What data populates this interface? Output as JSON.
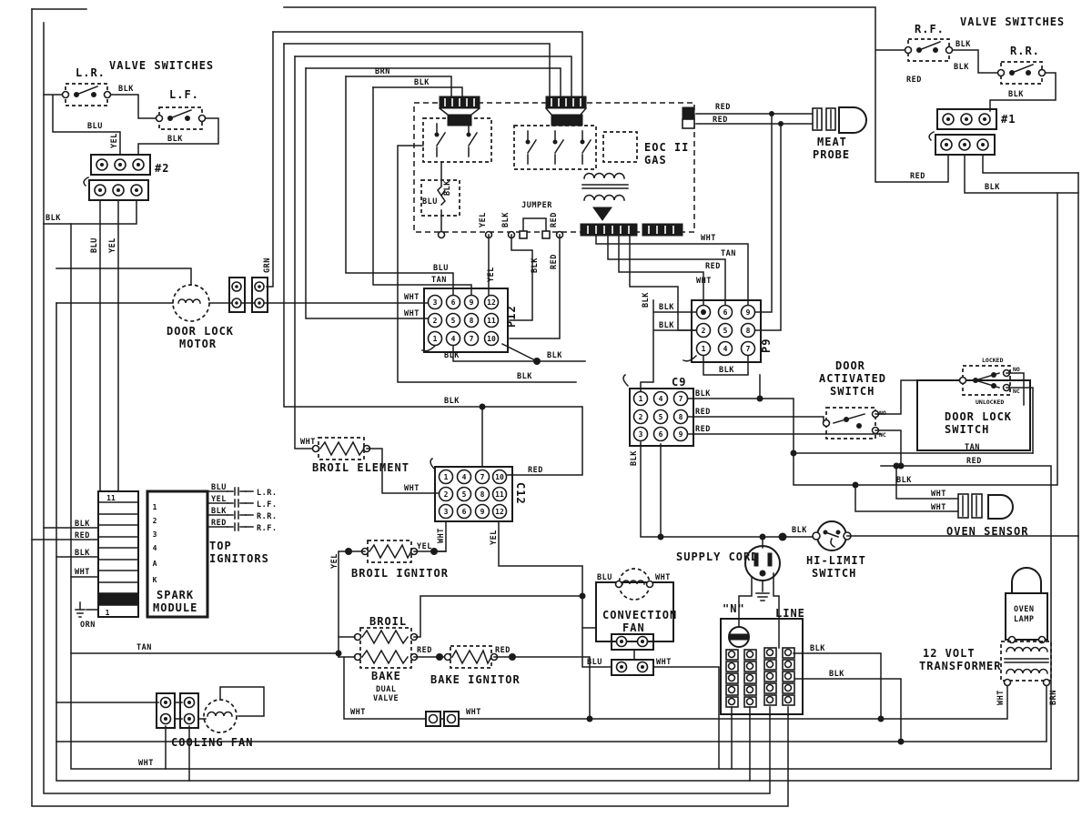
{
  "diagram": {
    "valve_switches_left": {
      "title": "VALVE SWITCHES",
      "sw1": "L.R.",
      "sw2": "L.F.",
      "terminal": "#2"
    },
    "valve_switches_right": {
      "title": "VALVE SWITCHES",
      "sw1": "R.F.",
      "sw2": "R.R.",
      "terminal": "#1"
    },
    "eoc": {
      "name_line1": "EOC II",
      "name_line2": "GAS",
      "jumper": "JUMPER"
    },
    "meat_probe": {
      "label_line1": "MEAT",
      "label_line2": "PROBE"
    },
    "door_lock_motor": {
      "label_line1": "DOOR LOCK",
      "label_line2": "MOTOR"
    },
    "p12": {
      "label": "P12",
      "pins": [
        "3",
        "6",
        "9",
        "12",
        "2",
        "5",
        "8",
        "11",
        "1",
        "4",
        "7",
        "10"
      ]
    },
    "p9": {
      "label": "P9",
      "pins": [
        "3",
        "6",
        "9",
        "2",
        "5",
        "8",
        "1",
        "4",
        "7"
      ]
    },
    "c9": {
      "label": "C9",
      "pins": [
        "1",
        "4",
        "7",
        "2",
        "5",
        "8",
        "3",
        "6",
        "9"
      ]
    },
    "c12": {
      "label": "C12",
      "pins": [
        "1",
        "4",
        "7",
        "10",
        "2",
        "5",
        "8",
        "11",
        "3",
        "6",
        "9",
        "12"
      ]
    },
    "door_activated_switch": {
      "label_line1": "DOOR",
      "label_line2": "ACTIVATED",
      "label_line3": "SWITCH",
      "no": "NO",
      "nc": "NC"
    },
    "door_lock_switch": {
      "label_line1": "DOOR LOCK",
      "label_line2": "SWITCH",
      "locked": "LOCKED",
      "unlocked": "UNLOCKED",
      "no": "NO",
      "nc": "NC"
    },
    "oven_sensor": {
      "label": "OVEN SENSOR"
    },
    "spark_module": {
      "label_line1": "SPARK",
      "label_line2": "MODULE",
      "strip_top": "11",
      "strip_bottom": "1",
      "pins": [
        "1",
        "2",
        "3",
        "4",
        "A",
        "K"
      ]
    },
    "top_ignitors": {
      "label_line1": "TOP",
      "label_line2": "IGNITORS",
      "rows": [
        {
          "wire": "BLU",
          "burner": "L.R."
        },
        {
          "wire": "YEL",
          "burner": "L.F."
        },
        {
          "wire": "BLK",
          "burner": "R.R."
        },
        {
          "wire": "RED",
          "burner": "R.F."
        }
      ]
    },
    "broil_element": {
      "label": "BROIL ELEMENT"
    },
    "broil_ignitor": {
      "label": "BROIL IGNITOR"
    },
    "dual_valve": {
      "broil": "BROIL",
      "bake": "BAKE",
      "label_line1": "DUAL",
      "label_line2": "VALVE"
    },
    "bake_ignitor": {
      "label": "BAKE IGNITOR"
    },
    "convection_fan": {
      "label_line1": "CONVECTION",
      "label_line2": "FAN"
    },
    "supply_cord": {
      "label": "SUPPLY CORD",
      "neutral": "\"N\"",
      "line": "LINE"
    },
    "hi_limit": {
      "label_line1": "HI-LIMIT",
      "label_line2": "SWITCH"
    },
    "cooling_fan": {
      "label": "COOLING FAN"
    },
    "transformer": {
      "label_line1": "12 VOLT",
      "label_line2": "TRANSFORMER"
    },
    "oven_lamp": {
      "label_line1": "OVEN",
      "label_line2": "LAMP"
    }
  },
  "wire_labels": [
    "BLK",
    "BLU",
    "YEL",
    "BLK",
    "BLK",
    "BLU",
    "YEL",
    "BRN",
    "BLK",
    "BLK",
    "BLK",
    "RED",
    "BLK",
    "RED",
    "BLK",
    "RED",
    "RED",
    "BLU",
    "BLK",
    "YEL",
    "BLK",
    "RED",
    "GRN",
    "BLU",
    "TAN",
    "WHT",
    "WHT",
    "YEL",
    "BLK",
    "RED",
    "BLK",
    "BLK",
    "BLK",
    "BLK",
    "WHT",
    "TAN",
    "RED",
    "WHT",
    "BLK",
    "BLK",
    "BLK",
    "BLK",
    "BLK",
    "RED",
    "RED",
    "BLK",
    "TAN",
    "RED",
    "BLK",
    "WHT",
    "WHT",
    "BLK",
    "RED",
    "BLK",
    "WHT",
    "ORN",
    "BLU",
    "YEL",
    "BLK",
    "RED",
    "WHT",
    "WHT",
    "RED",
    "WHT",
    "YEL",
    "YEL",
    "YEL",
    "BLK",
    "BLU",
    "WHT",
    "BLU",
    "WHT",
    "RED",
    "RED",
    "WHT",
    "WHT",
    "BLK",
    "BLK",
    "WHT",
    "TAN",
    "WHT",
    "BRN"
  ]
}
